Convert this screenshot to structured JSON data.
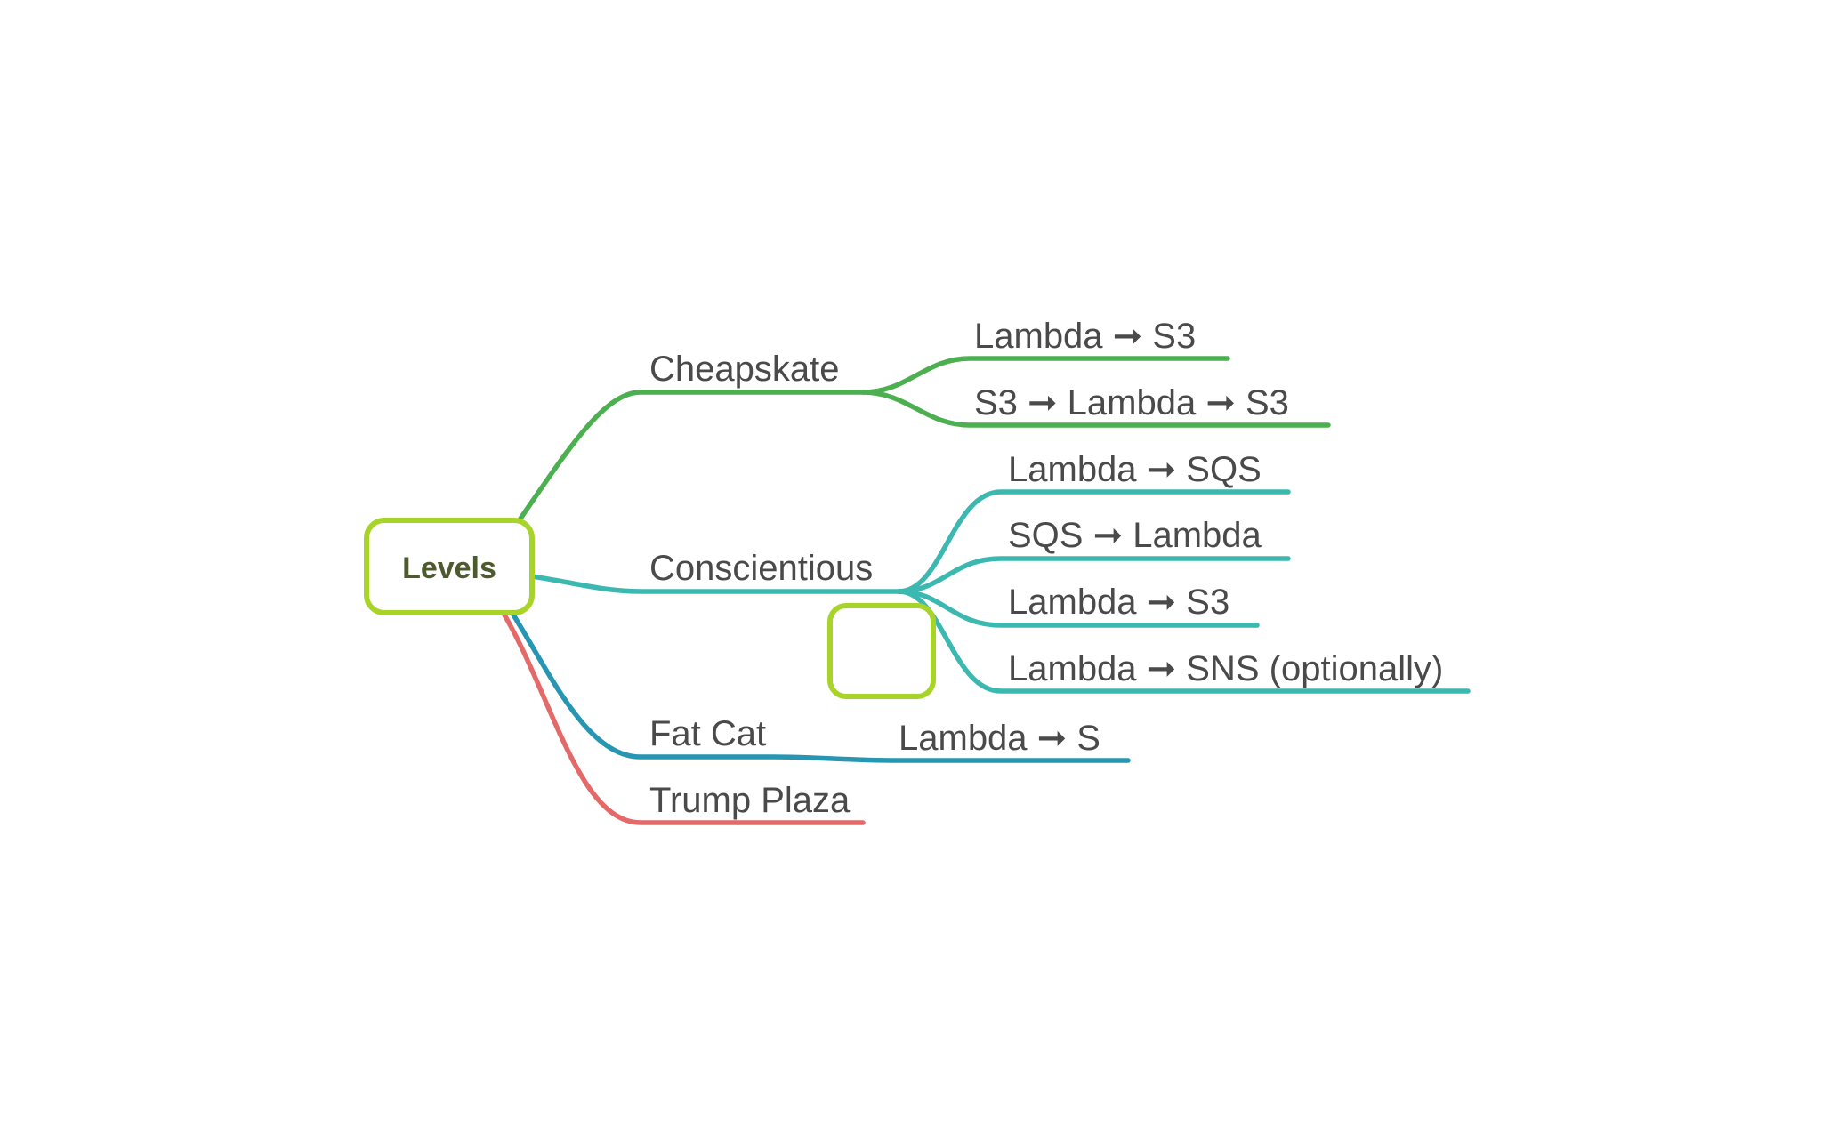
{
  "diagram": {
    "root": {
      "label": "Levels"
    },
    "colors": {
      "root_border": "#a8d42a",
      "cheapskate": "#4caf50",
      "conscientious": "#3bb8b0",
      "fat_cat": "#2796b3",
      "trump_plaza": "#e46a6a",
      "text": "#4a4a4a",
      "root_text": "#4d5a2e"
    },
    "branches": {
      "cheapskate": {
        "label": "Cheapskate",
        "children": [
          "Lambda ➞ S3",
          "S3 ➞ Lambda ➞ S3"
        ]
      },
      "conscientious": {
        "label": "Conscientious",
        "children": [
          "Lambda ➞ SQS",
          "SQS ➞ Lambda",
          "Lambda ➞ S3",
          "Lambda ➞ SNS (optionally)"
        ]
      },
      "fat_cat": {
        "label": "Fat Cat",
        "children": [
          "Lambda ➞ S"
        ]
      },
      "trump_plaza": {
        "label": "Trump Plaza",
        "children": []
      }
    }
  }
}
